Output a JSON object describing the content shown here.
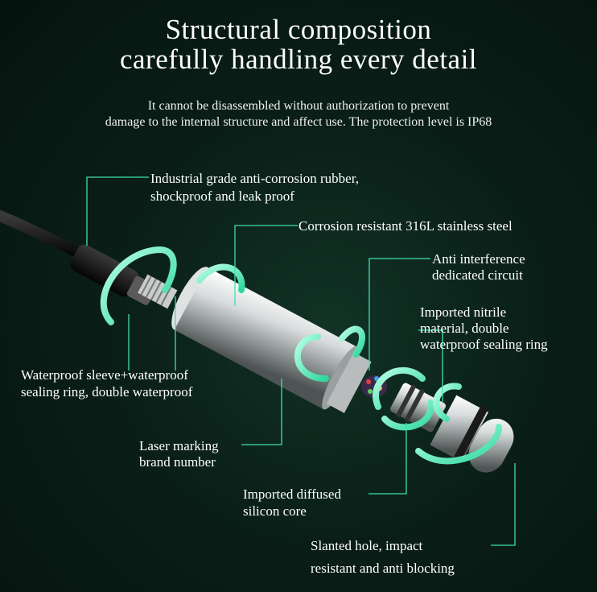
{
  "header": {
    "title_line1": "Structural composition",
    "title_line2": "carefully handling every detail",
    "subtitle_line1": "It cannot be disassembled without authorization to prevent",
    "subtitle_line2": "damage to the internal structure and affect use. The protection level is IP68"
  },
  "callouts": {
    "rubber_line1": "Industrial grade anti-corrosion rubber,",
    "rubber_line2": "shockproof and leak proof",
    "steel": "Corrosion resistant 316L stainless steel",
    "circuit_line1": "Anti interference",
    "circuit_line2": "dedicated circuit",
    "nitrile_line1": "Imported nitrile",
    "nitrile_line2": "material, double",
    "nitrile_line3": "waterproof sealing ring",
    "sleeve_line1": "Waterproof sleeve+waterproof",
    "sleeve_line2": "sealing ring, double waterproof",
    "laser_line1": "Laser marking",
    "laser_line2": "brand number",
    "core_line1": "Imported diffused",
    "core_line2": "silicon core",
    "hole_line1": "Slanted hole, impact",
    "hole_line2": "resistant and anti blocking"
  },
  "colors": {
    "accent": "#3fe0b0",
    "background": "#0a1f18",
    "text": "#ffffff"
  }
}
